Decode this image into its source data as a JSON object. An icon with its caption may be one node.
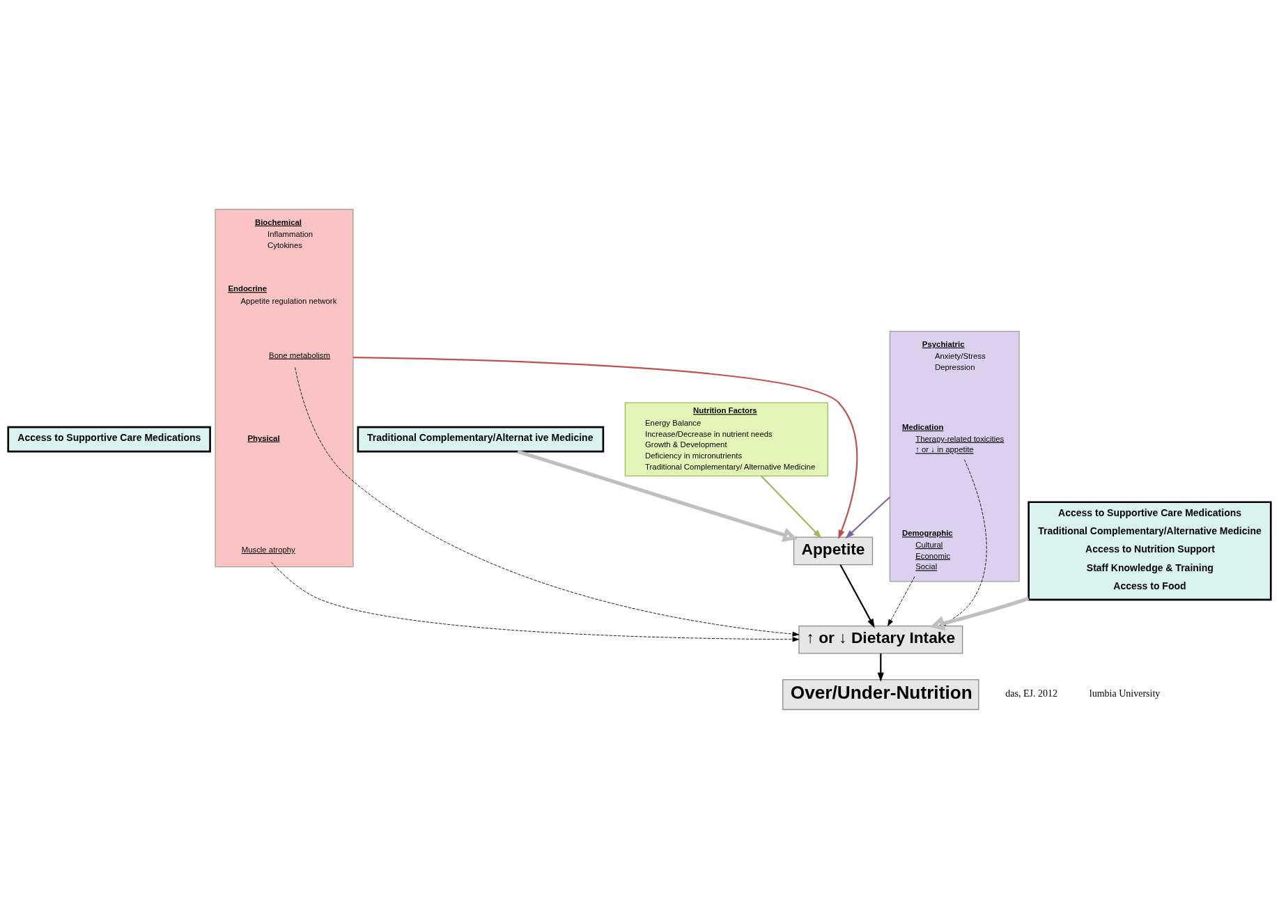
{
  "diagram": {
    "nodes": [
      {
        "text": [
          "Access to Supportive Care Medications"
        ]
      },
      {
        "text": [
          "Traditional Complementary/Alternat ive Medicine"
        ]
      },
      {
        "text": [
          "Nutrition Factors",
          "Energy Balance",
          "Increase/Decrease in nutrient needs",
          "Growth & Development",
          "Deficiency in micronutrients",
          "Traditional Complementary/ Alternative Medicine"
        ]
      },
      {
        "text": [],
        "shape": "box"
      },
      {
        "text": [
          "Biochemical",
          "Inflammation",
          "Cytokines"
        ],
        "in": 3
      },
      {
        "text": [
          "Endocrine",
          "Appetite regulation network"
        ],
        "in": 3
      },
      {
        "text": [
          "Bone metabolism"
        ],
        "in": 3
      },
      {
        "text": [
          "Physical"
        ],
        "in": 3
      },
      {
        "text": [
          "Muscle atrophy"
        ],
        "in": 3
      },
      {
        "text": [
          "Appetite"
        ]
      },
      {
        "text": [],
        "shape": "box"
      },
      {
        "text": [
          "Psychiatric",
          "Anxiety/Stress",
          "Depression"
        ],
        "in": 10
      },
      {
        "text": [
          "Medication",
          "Therapy-related toxicities",
          "↑ or ↓ in appetite"
        ],
        "in": 10
      },
      {
        "text": [
          "Demographic",
          "Cultural",
          "Economic",
          "Social"
        ],
        "in": 10
      },
      {
        "text": [
          "↑ or ↓ Dietary Intake"
        ]
      },
      {
        "text": [
          "Over/Under-Nutrition"
        ]
      },
      {
        "text": [
          "Access to Supportive Care Medications",
          "Traditional Complementary/Alternative Medicine",
          "Access to Nutrition Support",
          "Staff Knowledge & Training",
          "Access to Food"
        ]
      }
    ],
    "edges": [
      {
        "from": 1,
        "to": 9,
        "arrow": "to",
        "style": "thick",
        "color": "#bfbfbf"
      },
      {
        "from": 2,
        "to": 9,
        "arrow": "to",
        "color": "#9bbb59"
      },
      {
        "from": 3,
        "to": 9,
        "arrow": "to",
        "color": "#c0504d"
      },
      {
        "from": 10,
        "to": 9,
        "arrow": "to",
        "color": "#8064a2"
      },
      {
        "from": 9,
        "to": 14,
        "arrow": "to"
      },
      {
        "from": 6,
        "to": 14,
        "arrow": "to",
        "style": "dashed"
      },
      {
        "from": 8,
        "to": 14,
        "arrow": "to",
        "style": "dashed"
      },
      {
        "from": 12,
        "to": 14,
        "arrow": "to",
        "style": "dashed"
      },
      {
        "from": 13,
        "to": 14,
        "arrow": "to",
        "style": "dashed"
      },
      {
        "from": 14,
        "to": 15,
        "arrow": "to"
      },
      {
        "from": 16,
        "to": 14,
        "arrow": "to",
        "style": "thick",
        "color": "#bfbfbf"
      }
    ],
    "labels": [
      "das, EJ. 2012",
      "lumbia University"
    ]
  }
}
